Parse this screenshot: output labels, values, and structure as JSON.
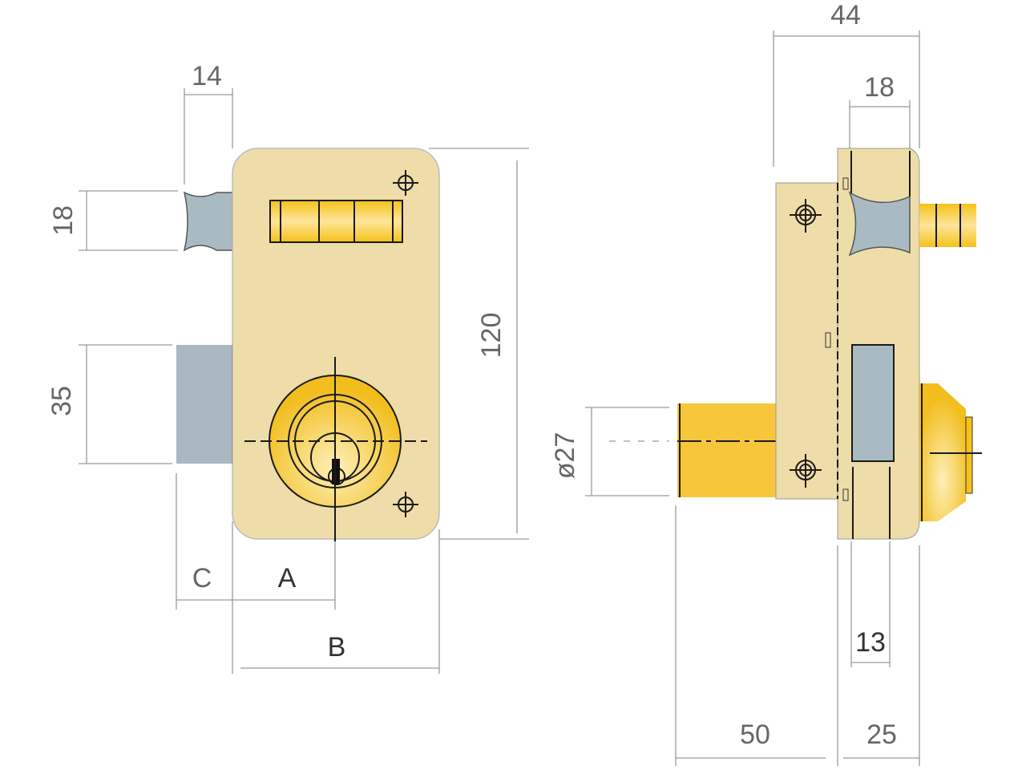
{
  "colors": {
    "body": "#EEDDA8",
    "gold": "#F5C422",
    "gold_light": "#FBE08A",
    "steel": "#A9BAC3",
    "dim": "#9a9a9a"
  },
  "front_view": {
    "dim_bolt_width": "14",
    "dim_bolt_height": "18",
    "dim_latch_height": "35",
    "dim_height": "120",
    "label_c": "C",
    "label_a": "A",
    "label_b": "B"
  },
  "side_view": {
    "dim_total_depth": "44",
    "dim_bolt_depth": "18",
    "dim_cylinder_diameter": "ø27",
    "dim_slot": "13",
    "dim_cylinder_length": "50",
    "dim_body_depth": "25"
  }
}
